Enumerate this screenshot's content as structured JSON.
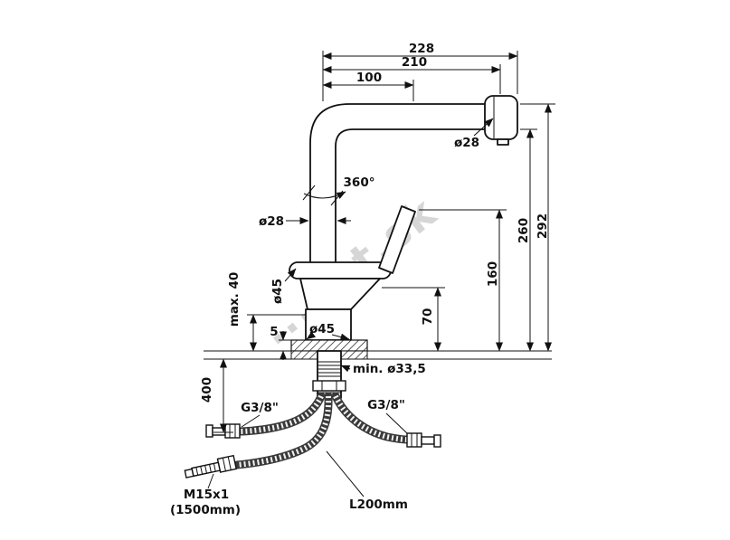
{
  "drawing": {
    "type": "faucet-installation-technical-drawing",
    "watermark": "...ent.sk",
    "line_color": "#111111",
    "background": "#ffffff"
  },
  "labels": {
    "dim_228": "228",
    "dim_210": "210",
    "dim_100": "100",
    "dia_28_spout": "ø28",
    "rotation_360": "360°",
    "dia_28_riser": "ø28",
    "dim_292": "292",
    "dim_260": "260",
    "dim_160": "160",
    "dim_70": "70",
    "dia_45_body": "ø45",
    "dia_45_base": "ø45",
    "max_40": "max. 40",
    "dim_5": "5",
    "min_dia": "min. ø33,5",
    "dim_400": "400",
    "thread_left": "G3/8\"",
    "thread_right": "G3/8\"",
    "hose_thread": "M15x1",
    "hose_thread_length": "(1500mm)",
    "hose_connect_length": "L200mm"
  }
}
